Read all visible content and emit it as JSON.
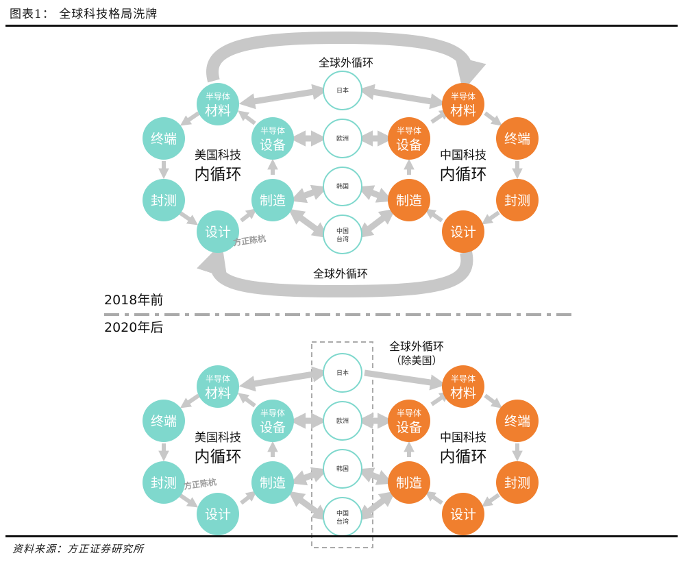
{
  "figure_title": "图表1：  全球科技格局洗牌",
  "source": "资料来源：方正证券研究所",
  "colors": {
    "us": "#7fd8cd",
    "cn": "#f07f2e",
    "country_ring": "#7fd8cd",
    "arrow": "#c8c8c8",
    "divider": "#aaaaaa"
  },
  "watermark": "方正陈杭",
  "panels": [
    {
      "period": "2018年前",
      "outer_loop_top": "全球外循环",
      "outer_loop_bottom": "全球外循环",
      "us_loop": {
        "line1": "美国科技",
        "line2": "内循环"
      },
      "cn_loop": {
        "line1": "中国科技",
        "line2": "内循环"
      },
      "us_nodes": {
        "materials": {
          "small": "半导体",
          "main": "材料"
        },
        "equipment": {
          "small": "半导体",
          "main": "设备"
        },
        "terminal": "终端",
        "packaging": "封测",
        "manufacturing": "制造",
        "design": "设计"
      },
      "cn_nodes": {
        "materials": {
          "small": "半导体",
          "main": "材料"
        },
        "equipment": {
          "small": "半导体",
          "main": "设备"
        },
        "terminal": "终端",
        "packaging": "封测",
        "manufacturing": "制造",
        "design": "设计"
      },
      "countries": [
        "日本",
        "欧洲",
        "韩国",
        [
          "中国",
          "台湾"
        ]
      ]
    },
    {
      "period": "2020年后",
      "outer_loop_top": "全球外循环",
      "outer_loop_sub": "（除美国）",
      "us_loop": {
        "line1": "美国科技",
        "line2": "内循环"
      },
      "cn_loop": {
        "line1": "中国科技",
        "line2": "内循环"
      },
      "us_nodes": {
        "materials": {
          "small": "半导体",
          "main": "材料"
        },
        "equipment": {
          "small": "半导体",
          "main": "设备"
        },
        "terminal": "终端",
        "packaging": "封测",
        "manufacturing": "制造",
        "design": "设计"
      },
      "cn_nodes": {
        "materials": {
          "small": "半导体",
          "main": "材料"
        },
        "equipment": {
          "small": "半导体",
          "main": "设备"
        },
        "terminal": "终端",
        "packaging": "封测",
        "manufacturing": "制造",
        "design": "设计"
      },
      "countries": [
        "日本",
        "欧洲",
        "韩国",
        [
          "中国",
          "台湾"
        ]
      ]
    }
  ]
}
